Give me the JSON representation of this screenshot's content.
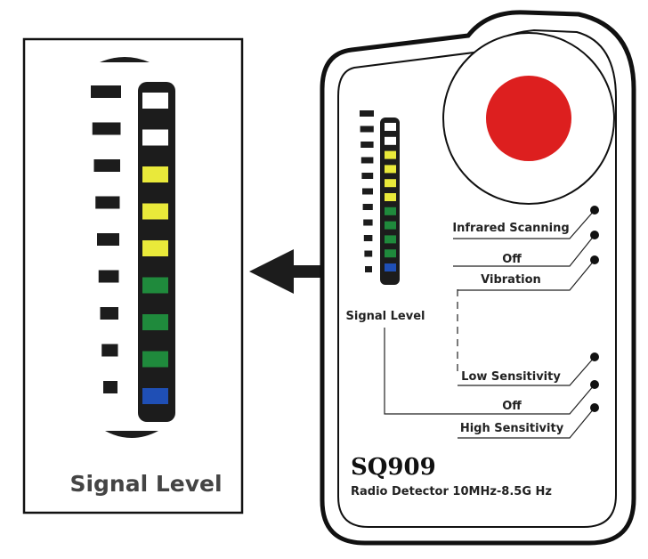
{
  "zoom_panel": {
    "caption": "Signal Level",
    "segments": [
      "white",
      "white",
      "yellow",
      "yellow",
      "yellow",
      "green",
      "green",
      "green",
      "blue"
    ]
  },
  "device": {
    "meter_caption": "Signal Level",
    "segments": [
      "white",
      "white",
      "yellow",
      "yellow",
      "yellow",
      "yellow",
      "green",
      "green",
      "green",
      "green",
      "blue"
    ],
    "labels": {
      "infrared": "Infrared Scanning",
      "off_top": "Off",
      "vibration": "Vibration",
      "low": "Low Sensitivity",
      "off_bottom": "Off",
      "high": "High Sensitivity"
    },
    "model": "SQ909",
    "subtitle": "Radio  Detector 10MHz-8.5G Hz"
  },
  "colors": {
    "white": "#ffffff",
    "yellow": "#e9e93a",
    "green": "#1f8a3c",
    "blue": "#1f4fb5",
    "dark": "#1c1c1c",
    "button": "#dd1f1f"
  },
  "icons": [
    "arrow-left-icon",
    "power-button-icon"
  ]
}
